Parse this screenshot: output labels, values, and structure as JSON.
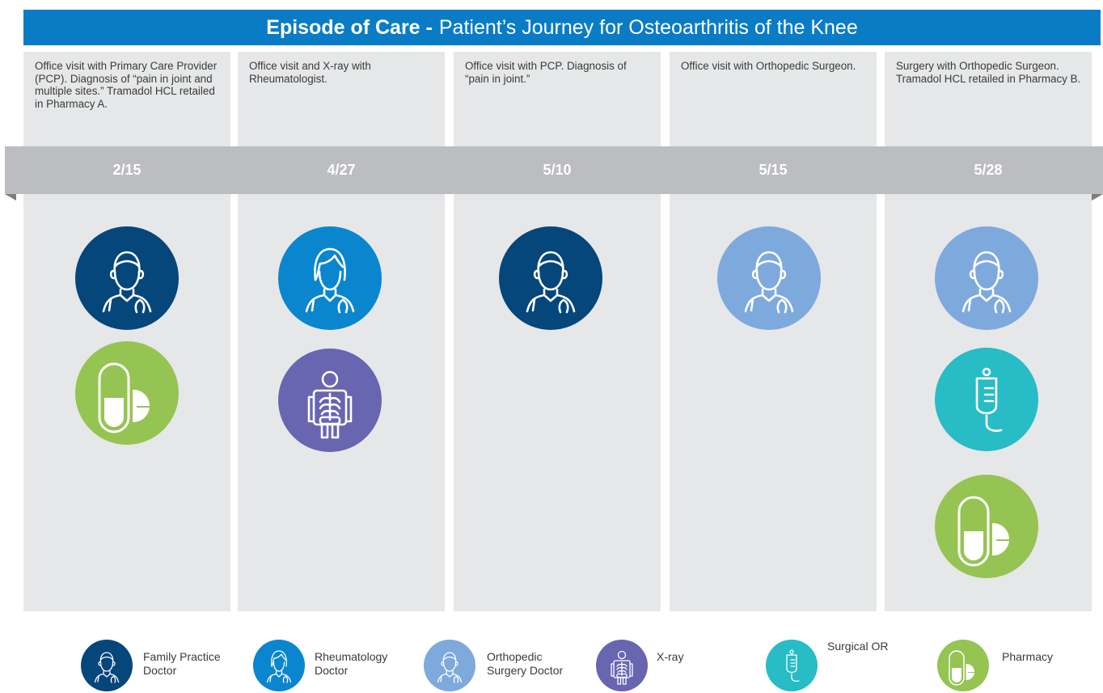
{
  "title": {
    "bold": "Episode of Care -",
    "rest": "Patient’s Journey for Osteoarthritis of the Knee"
  },
  "columns": [
    {
      "text": "Office visit with Primary Care Provider (PCP). Diagnosis of “pain in joint and multiple sites.” Tramadol HCL retailed in Pharmacy A.",
      "date": "2/15",
      "icons": [
        "family-practice-doctor",
        "pharmacy"
      ]
    },
    {
      "text": "Office visit and  X-ray with Rheumatologist.",
      "date": "4/27",
      "icons": [
        "rheumatology-doctor",
        "x-ray"
      ]
    },
    {
      "text": "Office visit with PCP. Diagnosis of “pain in joint.”",
      "date": "5/10",
      "icons": [
        "family-practice-doctor"
      ]
    },
    {
      "text": "Office visit with Orthopedic Surgeon.",
      "date": "5/15",
      "icons": [
        "orthopedic-surgery-doctor"
      ]
    },
    {
      "text": "Surgery with Orthopedic Surgeon. Tramadol HCL retailed in Pharmacy B.",
      "date": "5/28",
      "icons": [
        "orthopedic-surgery-doctor",
        "surgical-or",
        "pharmacy"
      ]
    }
  ],
  "legend": [
    {
      "label_line1": "Family Practice",
      "label_line2": "Doctor",
      "icon": "family-practice-doctor"
    },
    {
      "label_line1": "Rheumatology",
      "label_line2": "Doctor",
      "icon": "rheumatology-doctor"
    },
    {
      "label_line1": "Orthopedic",
      "label_line2": "Surgery Doctor",
      "icon": "orthopedic-surgery-doctor"
    },
    {
      "label_line1": "X-ray",
      "label_line2": "",
      "icon": "x-ray"
    },
    {
      "label_line1": "Surgical OR",
      "label_line2": "",
      "icon": "surgical-or"
    },
    {
      "label_line1": "Pharmacy",
      "label_line2": "",
      "icon": "pharmacy"
    }
  ],
  "colors": {
    "banner": "#0a7cc6",
    "family_practice_doctor": "#05467b",
    "rheumatology_doctor": "#0a86cf",
    "orthopedic_surgery_doctor": "#7ea9dc",
    "x_ray": "#6865b1",
    "surgical_or": "#27bcc6",
    "pharmacy": "#95c452",
    "column_bg": "#e6e7e8",
    "date_band": "#bcbdc0"
  }
}
